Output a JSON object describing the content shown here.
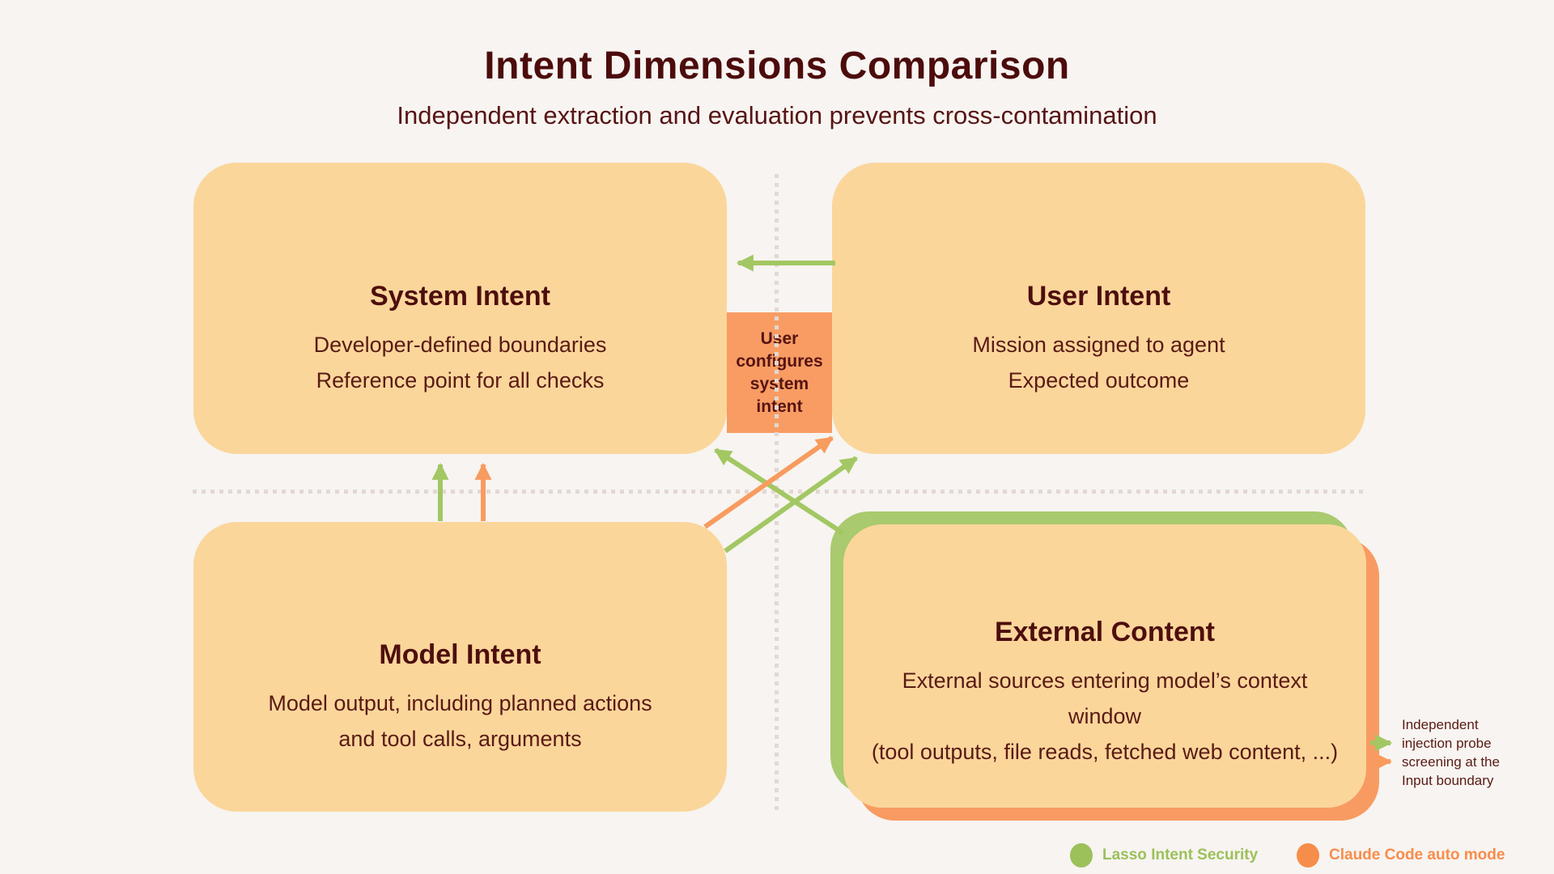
{
  "title": "Intent Dimensions Comparison",
  "subtitle": "Independent extraction and evaluation prevents cross-contamination",
  "quadrants": {
    "system": {
      "title": "System Intent",
      "line1": "Developer-defined boundaries",
      "line2": "Reference point for all checks"
    },
    "user": {
      "title": "User Intent",
      "line1": "Mission assigned to agent",
      "line2": "Expected outcome"
    },
    "model": {
      "title": "Model Intent",
      "line1": "Model output, including planned actions",
      "line2": "and tool calls, arguments"
    },
    "external": {
      "title": "External Content",
      "line1": "External sources entering model’s context window",
      "line2": "(tool outputs, file reads, fetched web content, ...)"
    }
  },
  "center_connector": {
    "text": "User configures system intent"
  },
  "annotation": {
    "lines": [
      "Independent",
      "injection probe",
      "screening at the",
      "Input boundary"
    ]
  },
  "legend": [
    {
      "label": "Lasso Intent Security",
      "color": "#9CC05A"
    },
    {
      "label": "Claude Code auto mode",
      "color": "#F78D4B"
    }
  ],
  "colors": {
    "background": "#F7F4F1",
    "box_fill": "#FBD69B",
    "connector_fill": "#F89C63",
    "green_accent": "#A3C763",
    "orange_accent": "#F89B5F",
    "title_maroon": "#4C0C0C",
    "text_maroon": "#5A1A14",
    "dotted_line": "#E3D8D3"
  }
}
